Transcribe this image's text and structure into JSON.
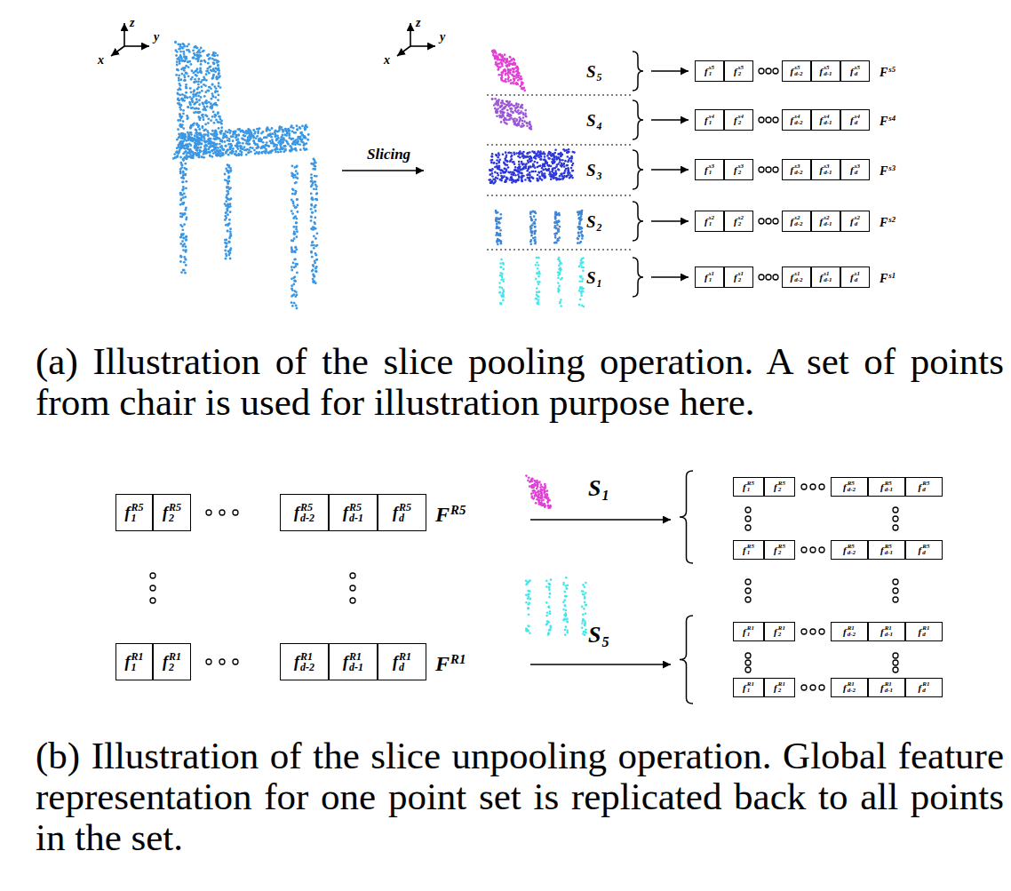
{
  "diagram": {
    "nodes": [
      {
        "text": [
          "f",
          "s5",
          "1"
        ]
      },
      {
        "text": [
          "f",
          "s5",
          "2"
        ]
      },
      {
        "text": [
          "f",
          "s5",
          "d-2"
        ]
      },
      {
        "text": [
          "f",
          "s5",
          "d-1"
        ]
      },
      {
        "text": [
          "f",
          "s5",
          "d"
        ]
      },
      {
        "text": [
          "f",
          "s4",
          "1"
        ]
      },
      {
        "text": [
          "f",
          "s4",
          "2"
        ]
      },
      {
        "text": [
          "f",
          "s4",
          "d-2"
        ]
      },
      {
        "text": [
          "f",
          "s4",
          "d-1"
        ]
      },
      {
        "text": [
          "f",
          "s4",
          "d"
        ]
      },
      {
        "text": [
          "f",
          "s3",
          "1"
        ]
      },
      {
        "text": [
          "f",
          "s3",
          "2"
        ]
      },
      {
        "text": [
          "f",
          "s3",
          "d-2"
        ]
      },
      {
        "text": [
          "f",
          "s3",
          "d-1"
        ]
      },
      {
        "text": [
          "f",
          "s3",
          "d"
        ]
      },
      {
        "text": [
          "f",
          "s2",
          "1"
        ]
      },
      {
        "text": [
          "f",
          "s2",
          "2"
        ]
      },
      {
        "text": [
          "f",
          "s2",
          "d-2"
        ]
      },
      {
        "text": [
          "f",
          "s2",
          "d-1"
        ]
      },
      {
        "text": [
          "f",
          "s2",
          "d"
        ]
      },
      {
        "text": [
          "f",
          "s1",
          "1"
        ]
      },
      {
        "text": [
          "f",
          "s1",
          "2"
        ]
      },
      {
        "text": [
          "f",
          "s1",
          "d-2"
        ]
      },
      {
        "text": [
          "f",
          "s1",
          "d-1"
        ]
      },
      {
        "text": [
          "f",
          "s1",
          "d"
        ]
      },
      {
        "text": [
          "f",
          "R5",
          "1"
        ]
      },
      {
        "text": [
          "f",
          "R5",
          "2"
        ]
      },
      {
        "text": [
          "f",
          "R5",
          "d-2"
        ]
      },
      {
        "text": [
          "f",
          "R5",
          "d-1"
        ]
      },
      {
        "text": [
          "f",
          "R5",
          "d"
        ]
      },
      {
        "text": [
          "f",
          "R1",
          "1"
        ]
      },
      {
        "text": [
          "f",
          "R1",
          "2"
        ]
      },
      {
        "text": [
          "f",
          "R1",
          "d-2"
        ]
      },
      {
        "text": [
          "f",
          "R1",
          "d-1"
        ]
      },
      {
        "text": [
          "f",
          "R1",
          "d"
        ]
      },
      {
        "text": [
          "f",
          "R5",
          "1"
        ]
      },
      {
        "text": [
          "f",
          "R5",
          "2"
        ]
      },
      {
        "text": [
          "f",
          "R5",
          "d-2"
        ]
      },
      {
        "text": [
          "f",
          "R5",
          "d-1"
        ]
      },
      {
        "text": [
          "f",
          "R5",
          "d"
        ]
      },
      {
        "text": [
          "f",
          "R5",
          "1"
        ]
      },
      {
        "text": [
          "f",
          "R5",
          "2"
        ]
      },
      {
        "text": [
          "f",
          "R5",
          "d-2"
        ]
      },
      {
        "text": [
          "f",
          "R5",
          "d-1"
        ]
      },
      {
        "text": [
          "f",
          "R5",
          "d"
        ]
      },
      {
        "text": [
          "f",
          "R1",
          "1"
        ]
      },
      {
        "text": [
          "f",
          "R1",
          "2"
        ]
      },
      {
        "text": [
          "f",
          "R1",
          "d-2"
        ]
      },
      {
        "text": [
          "f",
          "R1",
          "d-1"
        ]
      },
      {
        "text": [
          "f",
          "R1",
          "d"
        ]
      },
      {
        "text": [
          "f",
          "R1",
          "1"
        ]
      },
      {
        "text": [
          "f",
          "R1",
          "2"
        ]
      },
      {
        "text": [
          "f",
          "R1",
          "d-2"
        ]
      },
      {
        "text": [
          "f",
          "R1",
          "d-1"
        ]
      },
      {
        "text": [
          "f",
          "R1",
          "d"
        ]
      }
    ],
    "labels": [
      "z",
      "y",
      "x",
      "Slicing",
      "z",
      "y",
      "x",
      "S",
      "5",
      "S",
      "4",
      "S",
      "3",
      "S",
      "2",
      "S",
      "1",
      "F",
      "s5",
      "F",
      "s4",
      "F",
      "s3",
      "F",
      "s2",
      "F",
      "s1",
      "(a) Illustration of the slice pooling operation. A set of points from chair is used for illustration purpose here.",
      "F",
      "R5",
      "F",
      "R1",
      "S",
      "1",
      "S",
      "5",
      "(b) Illustration of the slice unpooling operation. Global feature representation for one point set is replicated back to all points in the set."
    ]
  }
}
